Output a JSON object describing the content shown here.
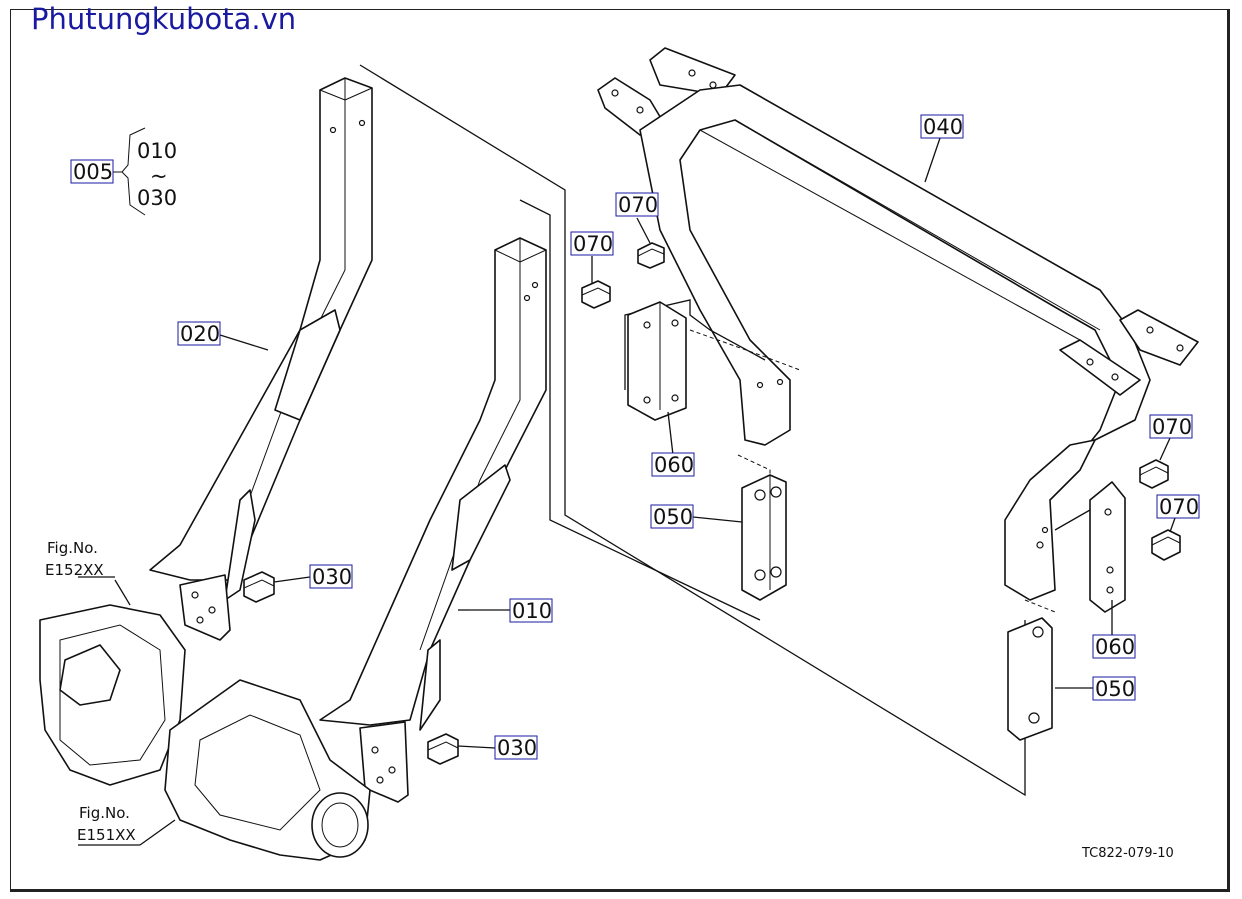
{
  "watermark": "Phutungkubota.vn",
  "drawing_code": "TC822-079-10",
  "set_label": {
    "number": "005",
    "from": "010",
    "tilde": "~",
    "to": "030"
  },
  "figure_refs": [
    {
      "title": "Fig.No.",
      "code": "E152XX"
    },
    {
      "title": "Fig.No.",
      "code": "E151XX"
    }
  ],
  "callouts": {
    "p020": "020",
    "p010": "010",
    "p030a": "030",
    "p030b": "030",
    "p040": "040",
    "p050a": "050",
    "p050b": "050",
    "p060a": "060",
    "p060b": "060",
    "p070a": "070",
    "p070b": "070",
    "p070c": "070",
    "p070d": "070"
  },
  "colors": {
    "label_border": "#1a1aa0",
    "watermark": "#1a1aa0",
    "line": "#111111"
  }
}
